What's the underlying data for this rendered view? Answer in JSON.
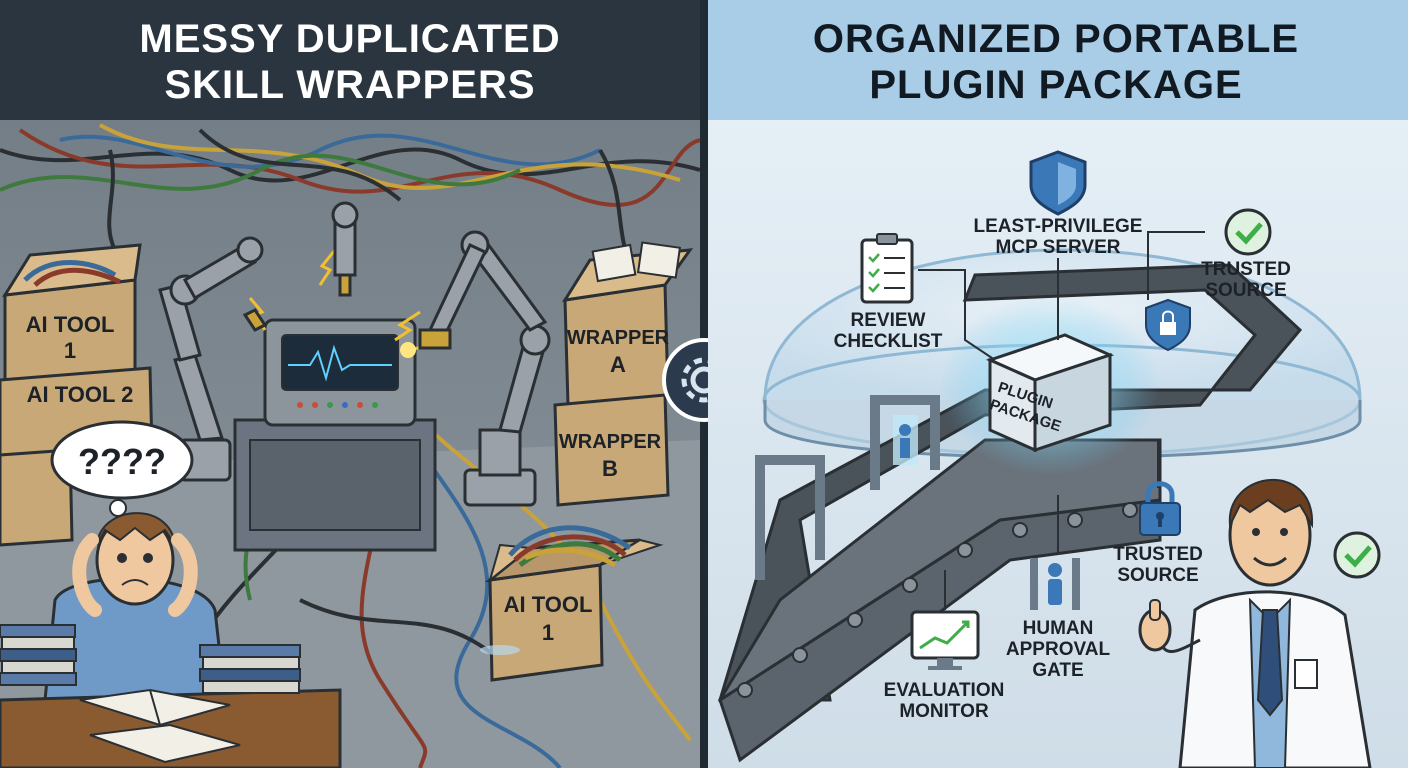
{
  "left_panel": {
    "title_line1": "MESSY DUPLICATED",
    "title_line2": "SKILL WRAPPERS",
    "box_ai_tool_1_line1": "AI TOOL",
    "box_ai_tool_1_line2": "1",
    "box_ai_tool_2": "AI TOOL 2",
    "box_wrapper_a_line1": "WRAPPER",
    "box_wrapper_a_line2": "A",
    "box_wrapper_b_line1": "WRAPPER",
    "box_wrapper_b_line2": "B",
    "box_ai_tool_1b_line1": "AI TOOL",
    "box_ai_tool_1b_line2": "1",
    "thought_bubble": "????"
  },
  "right_panel": {
    "title_line1": "ORGANIZED PORTABLE",
    "title_line2": "PLUGIN PACKAGE",
    "mcp_line1": "LEAST-PRIVILEGE",
    "mcp_line2": "MCP SERVER",
    "trusted_top_line1": "TRUSTED",
    "trusted_top_line2": "SOURCE",
    "review_line1": "REVIEW",
    "review_line2": "CHECKLIST",
    "package_line1": "PLUGIN",
    "package_line2": "PACKAGE",
    "trusted_bottom_line1": "TRUSTED",
    "trusted_bottom_line2": "SOURCE",
    "human_line1": "HUMAN",
    "human_line2": "APPROVAL",
    "human_line3": "GATE",
    "eval_line1": "EVALUATION",
    "eval_line2": "MONITOR"
  },
  "colors": {
    "left_title_bg": "#2b3540",
    "right_title_bg": "#a9cde6",
    "left_bg": "#7f8a92",
    "right_bg": "#dde9f2",
    "cardboard": "#c8a877",
    "glow": "#5fc8f0",
    "check_green": "#3fae49",
    "shield_blue": "#3a78b8"
  }
}
